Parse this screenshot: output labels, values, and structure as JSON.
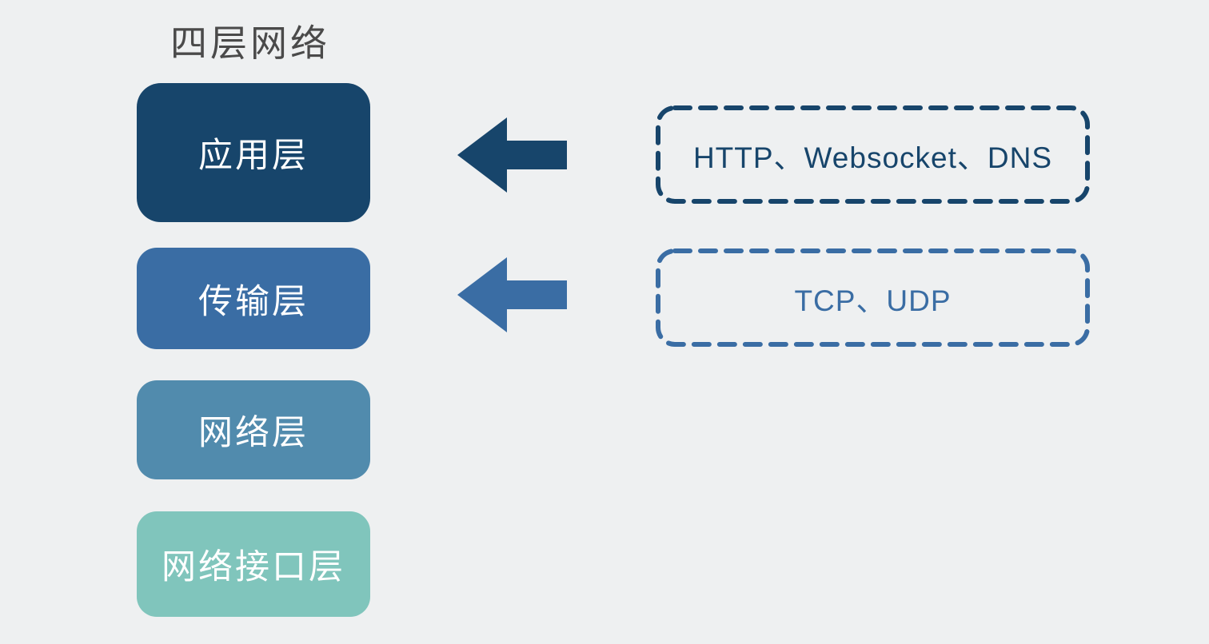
{
  "title": "四层网络",
  "colors": {
    "background": "#eef0f1",
    "title_text": "#4a4a4a",
    "layer_text": "#ffffff",
    "dark_navy": "#17456b",
    "medium_blue": "#3a6da4",
    "steel_blue": "#518bad",
    "teal": "#80c5bc"
  },
  "layers": [
    {
      "label": "应用层",
      "color": "#17456b"
    },
    {
      "label": "传输层",
      "color": "#3a6da4"
    },
    {
      "label": "网络层",
      "color": "#518bad"
    },
    {
      "label": "网络接口层",
      "color": "#80c5bc"
    }
  ],
  "arrows": [
    {
      "direction": "left",
      "color": "#17456b",
      "from": "HTTP、Websocket、DNS",
      "to": "应用层"
    },
    {
      "direction": "left",
      "color": "#3a6da4",
      "from": "TCP、UDP",
      "to": "传输层"
    }
  ],
  "protocol_boxes": [
    {
      "label": "HTTP、Websocket、DNS",
      "color": "#17456b"
    },
    {
      "label": "TCP、UDP",
      "color": "#3a6da4"
    }
  ]
}
